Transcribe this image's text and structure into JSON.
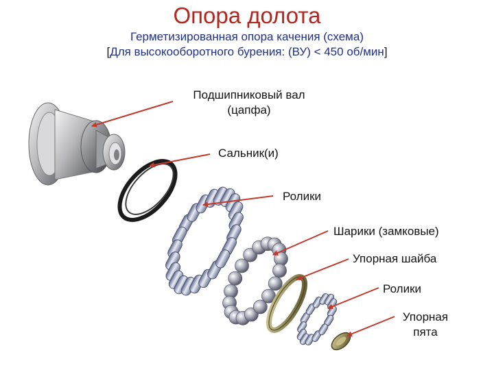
{
  "title": "Опора долота",
  "subtitle": "Герметизированная опора качения (схема)",
  "subtitle2": {
    "open_bracket": "[",
    "text": "Для высокооборотного бурения: (ВУ) < 450 об/мин",
    "close_bracket": "]"
  },
  "labels": {
    "shaft_line1": "Подшипниковый вал",
    "shaft_line2": "(цапфа)",
    "seal": "Сальник(и)",
    "rollers1": "Ролики",
    "balls": "Шарики (замковые)",
    "thrust_washer": "Упорная шайба",
    "rollers2": "Ролики",
    "thrust_heel_line1": "Упорная",
    "thrust_heel_line2": "пята"
  },
  "colors": {
    "title": "#b3261e",
    "subtitle": "#1f2f86",
    "arrow": "#c0392b"
  }
}
